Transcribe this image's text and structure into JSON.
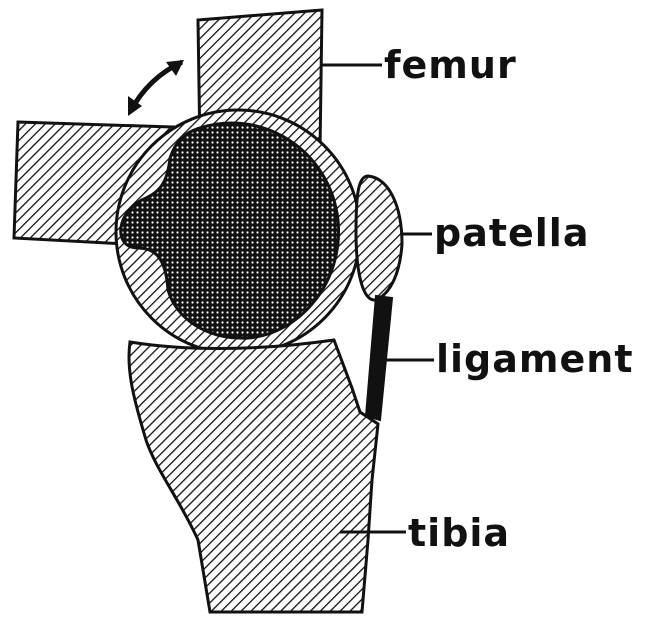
{
  "labels": {
    "femur": "femur",
    "patella": "patella",
    "ligament": "ligament",
    "tibia": "tibia"
  },
  "colors": {
    "ink": "#111111",
    "paper": "#ffffff"
  }
}
